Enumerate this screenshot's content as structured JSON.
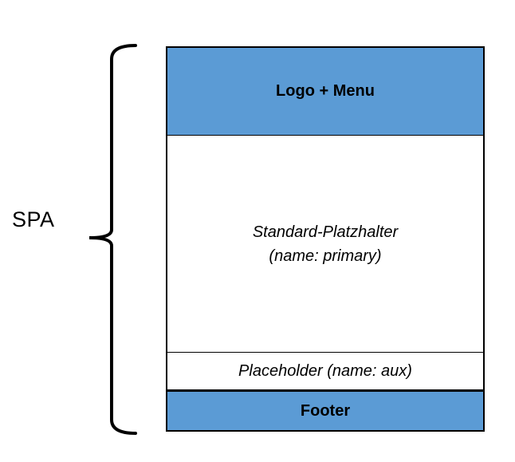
{
  "labels": {
    "spa": "SPA"
  },
  "diagram": {
    "header": {
      "label": "Logo + Menu"
    },
    "main": {
      "line1": "Standard-Platzhalter",
      "line2": "(name: primary)"
    },
    "aux": {
      "label": "Placeholder (name: aux)"
    },
    "footer": {
      "label": "Footer"
    }
  },
  "colors": {
    "section_fill": "#5B9BD5",
    "border": "#000000",
    "background": "#FFFFFF"
  }
}
